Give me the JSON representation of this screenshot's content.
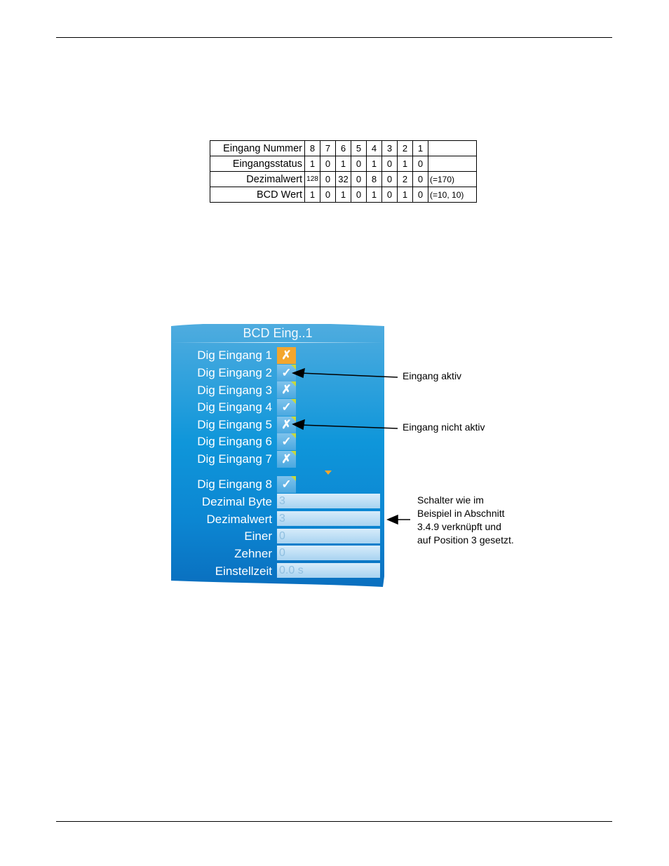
{
  "table": {
    "rows": [
      {
        "label": "Eingang Nummer",
        "cells": [
          "8",
          "7",
          "6",
          "5",
          "4",
          "3",
          "2",
          "1"
        ],
        "note": ""
      },
      {
        "label": "Eingangsstatus",
        "cells": [
          "1",
          "0",
          "1",
          "0",
          "1",
          "0",
          "1",
          "0"
        ],
        "note": ""
      },
      {
        "label": "Dezimalwert",
        "cells": [
          "128",
          "0",
          "32",
          "0",
          "8",
          "0",
          "2",
          "0"
        ],
        "note": "(=170)"
      },
      {
        "label": "BCD Wert",
        "cells": [
          "1",
          "0",
          "1",
          "0",
          "1",
          "0",
          "1",
          "0"
        ],
        "note": "(=10, 10)"
      }
    ]
  },
  "screen": {
    "title": "BCD Eing..1",
    "inputs": [
      {
        "label": "Dig Eingang 1",
        "state": "✗"
      },
      {
        "label": "Dig Eingang 2",
        "state": "✓"
      },
      {
        "label": "Dig Eingang 3",
        "state": "✗"
      },
      {
        "label": "Dig Eingang 4",
        "state": "✓"
      },
      {
        "label": "Dig Eingang 5",
        "state": "✗"
      },
      {
        "label": "Dig Eingang 6",
        "state": "✓"
      },
      {
        "label": "Dig Eingang 7",
        "state": "✗"
      },
      {
        "label": "Dig Eingang 8",
        "state": "✓"
      }
    ],
    "fields": [
      {
        "label": "Dezimal Byte",
        "value": "3"
      },
      {
        "label": "Dezimalwert",
        "value": "3"
      },
      {
        "label": "Einer",
        "value": "0"
      },
      {
        "label": "Zehner",
        "value": "0"
      },
      {
        "label": "Einstellzeit",
        "value": "0.0 s"
      }
    ]
  },
  "annotations": {
    "active": "Eingang aktiv",
    "inactive": "Eingang nicht aktiv",
    "switch_lines": [
      "Schalter wie im",
      "Beispiel in Abschnitt",
      "3.4.9 verknüpft und",
      "auf Position 3 gesetzt."
    ]
  },
  "colors": {
    "accent": "#f3a62e",
    "screen_blue": "#0f96da"
  }
}
